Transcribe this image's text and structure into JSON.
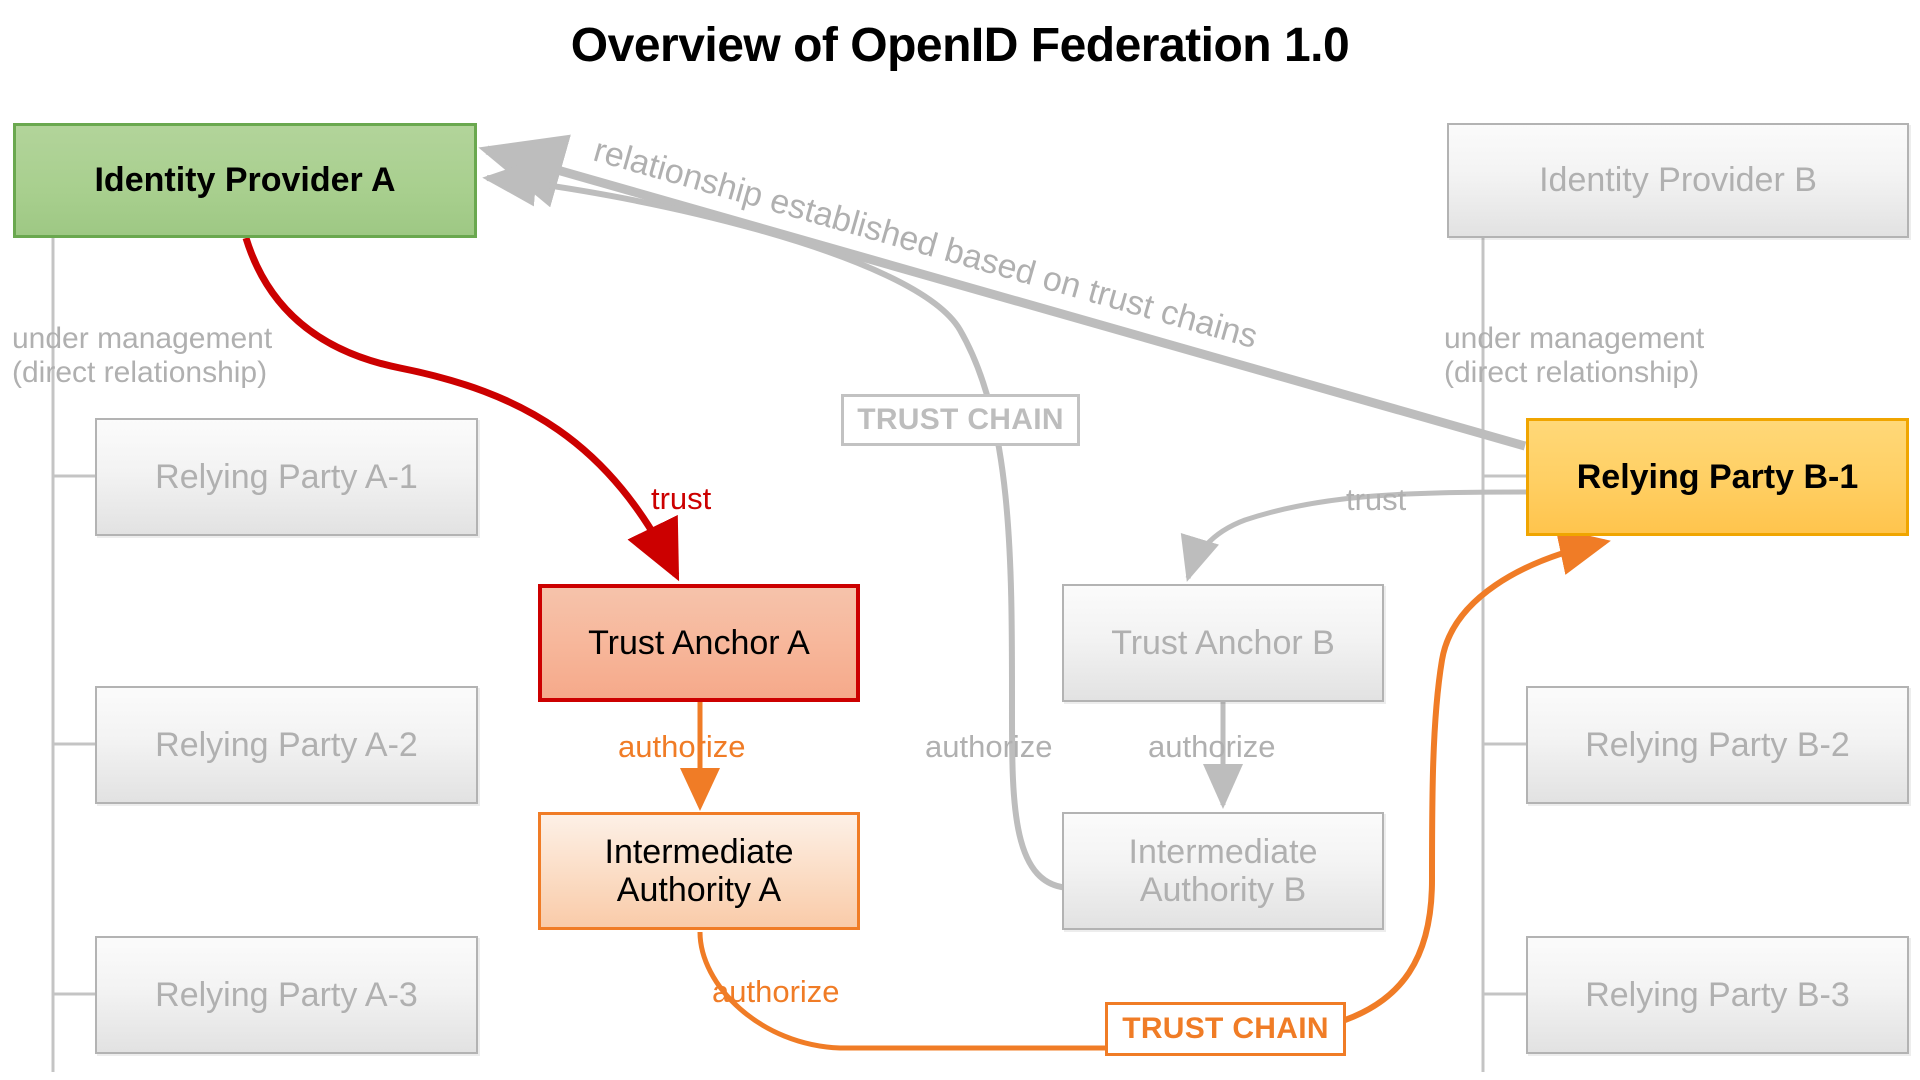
{
  "page": {
    "title": "Overview of OpenID Federation 1.0",
    "background": "#ffffff"
  },
  "colors": {
    "green_fill": "#a8cf8e",
    "green_border": "#6aa84f",
    "red_fill": "#f7b79b",
    "red_border": "#cc0000",
    "orange_fill": "#fbdcc4",
    "orange_border": "#f07c26",
    "yellow_fill": "#ffcf63",
    "yellow_border": "#f0a500",
    "grey_fill": "#ececec",
    "grey_border": "#b3b3b3",
    "grey_text": "#b0b0b0",
    "black_text": "#000000"
  },
  "federation_a": {
    "identity_provider": "Identity Provider A",
    "under_management_label": "under management\n(direct relationship)",
    "relying_parties": [
      "Relying Party A-1",
      "Relying Party A-2",
      "Relying Party A-3"
    ],
    "trust_anchor": "Trust Anchor A",
    "intermediate_authority": "Intermediate\nAuthority A",
    "edges": {
      "idp_to_trust_anchor": "trust",
      "anchor_to_intermediate": "authorize",
      "intermediate_to_rp": "authorize"
    }
  },
  "federation_b": {
    "identity_provider": "Identity Provider B",
    "under_management_label": "under management\n(direct relationship)",
    "relying_parties": [
      "Relying Party B-1",
      "Relying Party B-2",
      "Relying Party B-3"
    ],
    "trust_anchor": "Trust Anchor B",
    "intermediate_authority": "Intermediate\nAuthority B",
    "edges": {
      "rp_to_trust_anchor": "trust",
      "anchor_to_intermediate": "authorize",
      "intermediate_to_rp": "authorize"
    }
  },
  "cross_federation": {
    "relationship_caption": "relationship established based on trust chains",
    "trust_chain_grey": "TRUST CHAIN",
    "trust_chain_orange": "TRUST CHAIN"
  },
  "diagram_meta": {
    "type": "diagram",
    "node_count": 14,
    "highlighted_nodes": [
      "Identity Provider A",
      "Trust Anchor A",
      "Intermediate Authority A",
      "Relying Party B-1"
    ]
  }
}
